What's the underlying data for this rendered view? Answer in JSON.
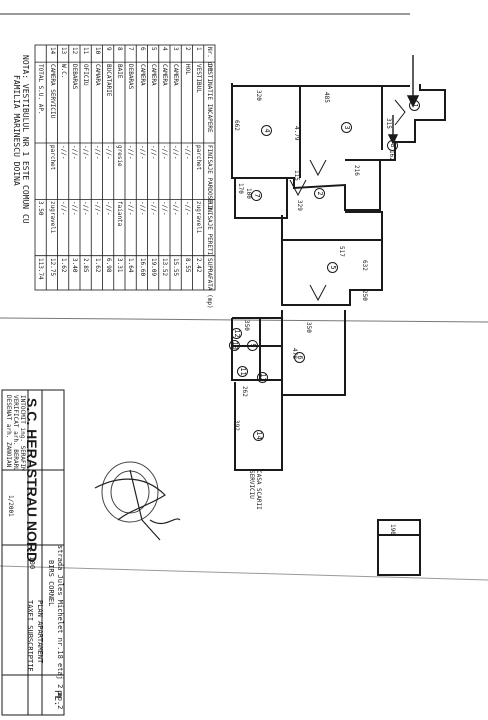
{
  "room_table": {
    "headers": [
      "Nr. crt",
      "DESTINATIE INCAPERE",
      "FINISAJE PARDOSELI",
      "FINISAJE PERETI",
      "SUPRAFATA (mp)"
    ],
    "rows": [
      {
        "nr": "1",
        "name": "VESTIBUL",
        "floor": "parchet",
        "walls": "zugraveli",
        "area": "2.42"
      },
      {
        "nr": "2",
        "name": "HOL",
        "floor": "-//-",
        "walls": "-//-",
        "area": "8.55"
      },
      {
        "nr": "3",
        "name": "CAMERA",
        "floor": "-//-",
        "walls": "-//-",
        "area": "15.55"
      },
      {
        "nr": "4",
        "name": "CAMERA",
        "floor": "-//-",
        "walls": "-//-",
        "area": "13.52"
      },
      {
        "nr": "5",
        "name": "CAMERA",
        "floor": "-//-",
        "walls": "-//-",
        "area": "19.09"
      },
      {
        "nr": "6",
        "name": "CAMERA",
        "floor": "-//-",
        "walls": "-//-",
        "area": "16.60"
      },
      {
        "nr": "7",
        "name": "DEBARAS",
        "floor": "-//-",
        "walls": "-//-",
        "area": "1.64"
      },
      {
        "nr": "8",
        "name": "BAIE",
        "floor": "gresie",
        "walls": "faianta",
        "area": "3.31"
      },
      {
        "nr": "9",
        "name": "BUCATARIE",
        "floor": "-//-",
        "walls": "-//-",
        "area": "6.98"
      },
      {
        "nr": "10",
        "name": "CAMARA",
        "floor": "-//-",
        "walls": "-//-",
        "area": "1.62"
      },
      {
        "nr": "11",
        "name": "OFICIU",
        "floor": "-//-",
        "walls": "-//-",
        "area": "2.85"
      },
      {
        "nr": "12",
        "name": "DEBARAS",
        "floor": "-//-",
        "walls": "-//-",
        "area": "3.40"
      },
      {
        "nr": "13",
        "name": "W.C.",
        "floor": "-//-",
        "walls": "-//-",
        "area": "1.62"
      },
      {
        "nr": "14",
        "name": "CAMERA SERVICIU",
        "floor": "parchet",
        "walls": "zugraveli",
        "area": "12.75"
      }
    ],
    "total_label": "TOTAL S.U. AP.",
    "total_value": "113.74",
    "extra_value": "3.50"
  },
  "note": {
    "line1": "NOTA: VESTIBULUL NR 1 ESTE COMUN CU",
    "line2": "FAMILIA MARINESCU DOINA"
  },
  "title_block": {
    "company": "S.C. HERASTRAU NORD",
    "address": "strada Jules Michelet nr.18 etaj 2 ap.2",
    "owner": "BIRS CORNEL",
    "drawing": "PLAN APARTAMENT",
    "scale": "1:100",
    "sheet": "PL.",
    "sign_label": "TAXEI SUBSCRIPTIE",
    "roles": [
      {
        "role": "INTOCMIT",
        "name": "ing. SERAFIM"
      },
      {
        "role": "VERIFICAT",
        "name": "arh. BERARU"
      },
      {
        "role": "DESENAT",
        "name": "arh. ZANOIAN"
      }
    ],
    "date": "1/2001"
  },
  "plan": {
    "dims": [
      "320",
      "485",
      "315",
      "662",
      "4.79",
      "329",
      "216",
      "162",
      "517",
      "350",
      "632",
      "250",
      "350",
      "478",
      "262",
      "392",
      "100",
      "115",
      "190",
      "170"
    ],
    "room_numbers": [
      "1",
      "2",
      "3",
      "4",
      "5",
      "6",
      "7",
      "8",
      "9",
      "10",
      "11",
      "12",
      "13",
      "14"
    ],
    "stair_label": "CASA SCARII SERVICIU"
  }
}
